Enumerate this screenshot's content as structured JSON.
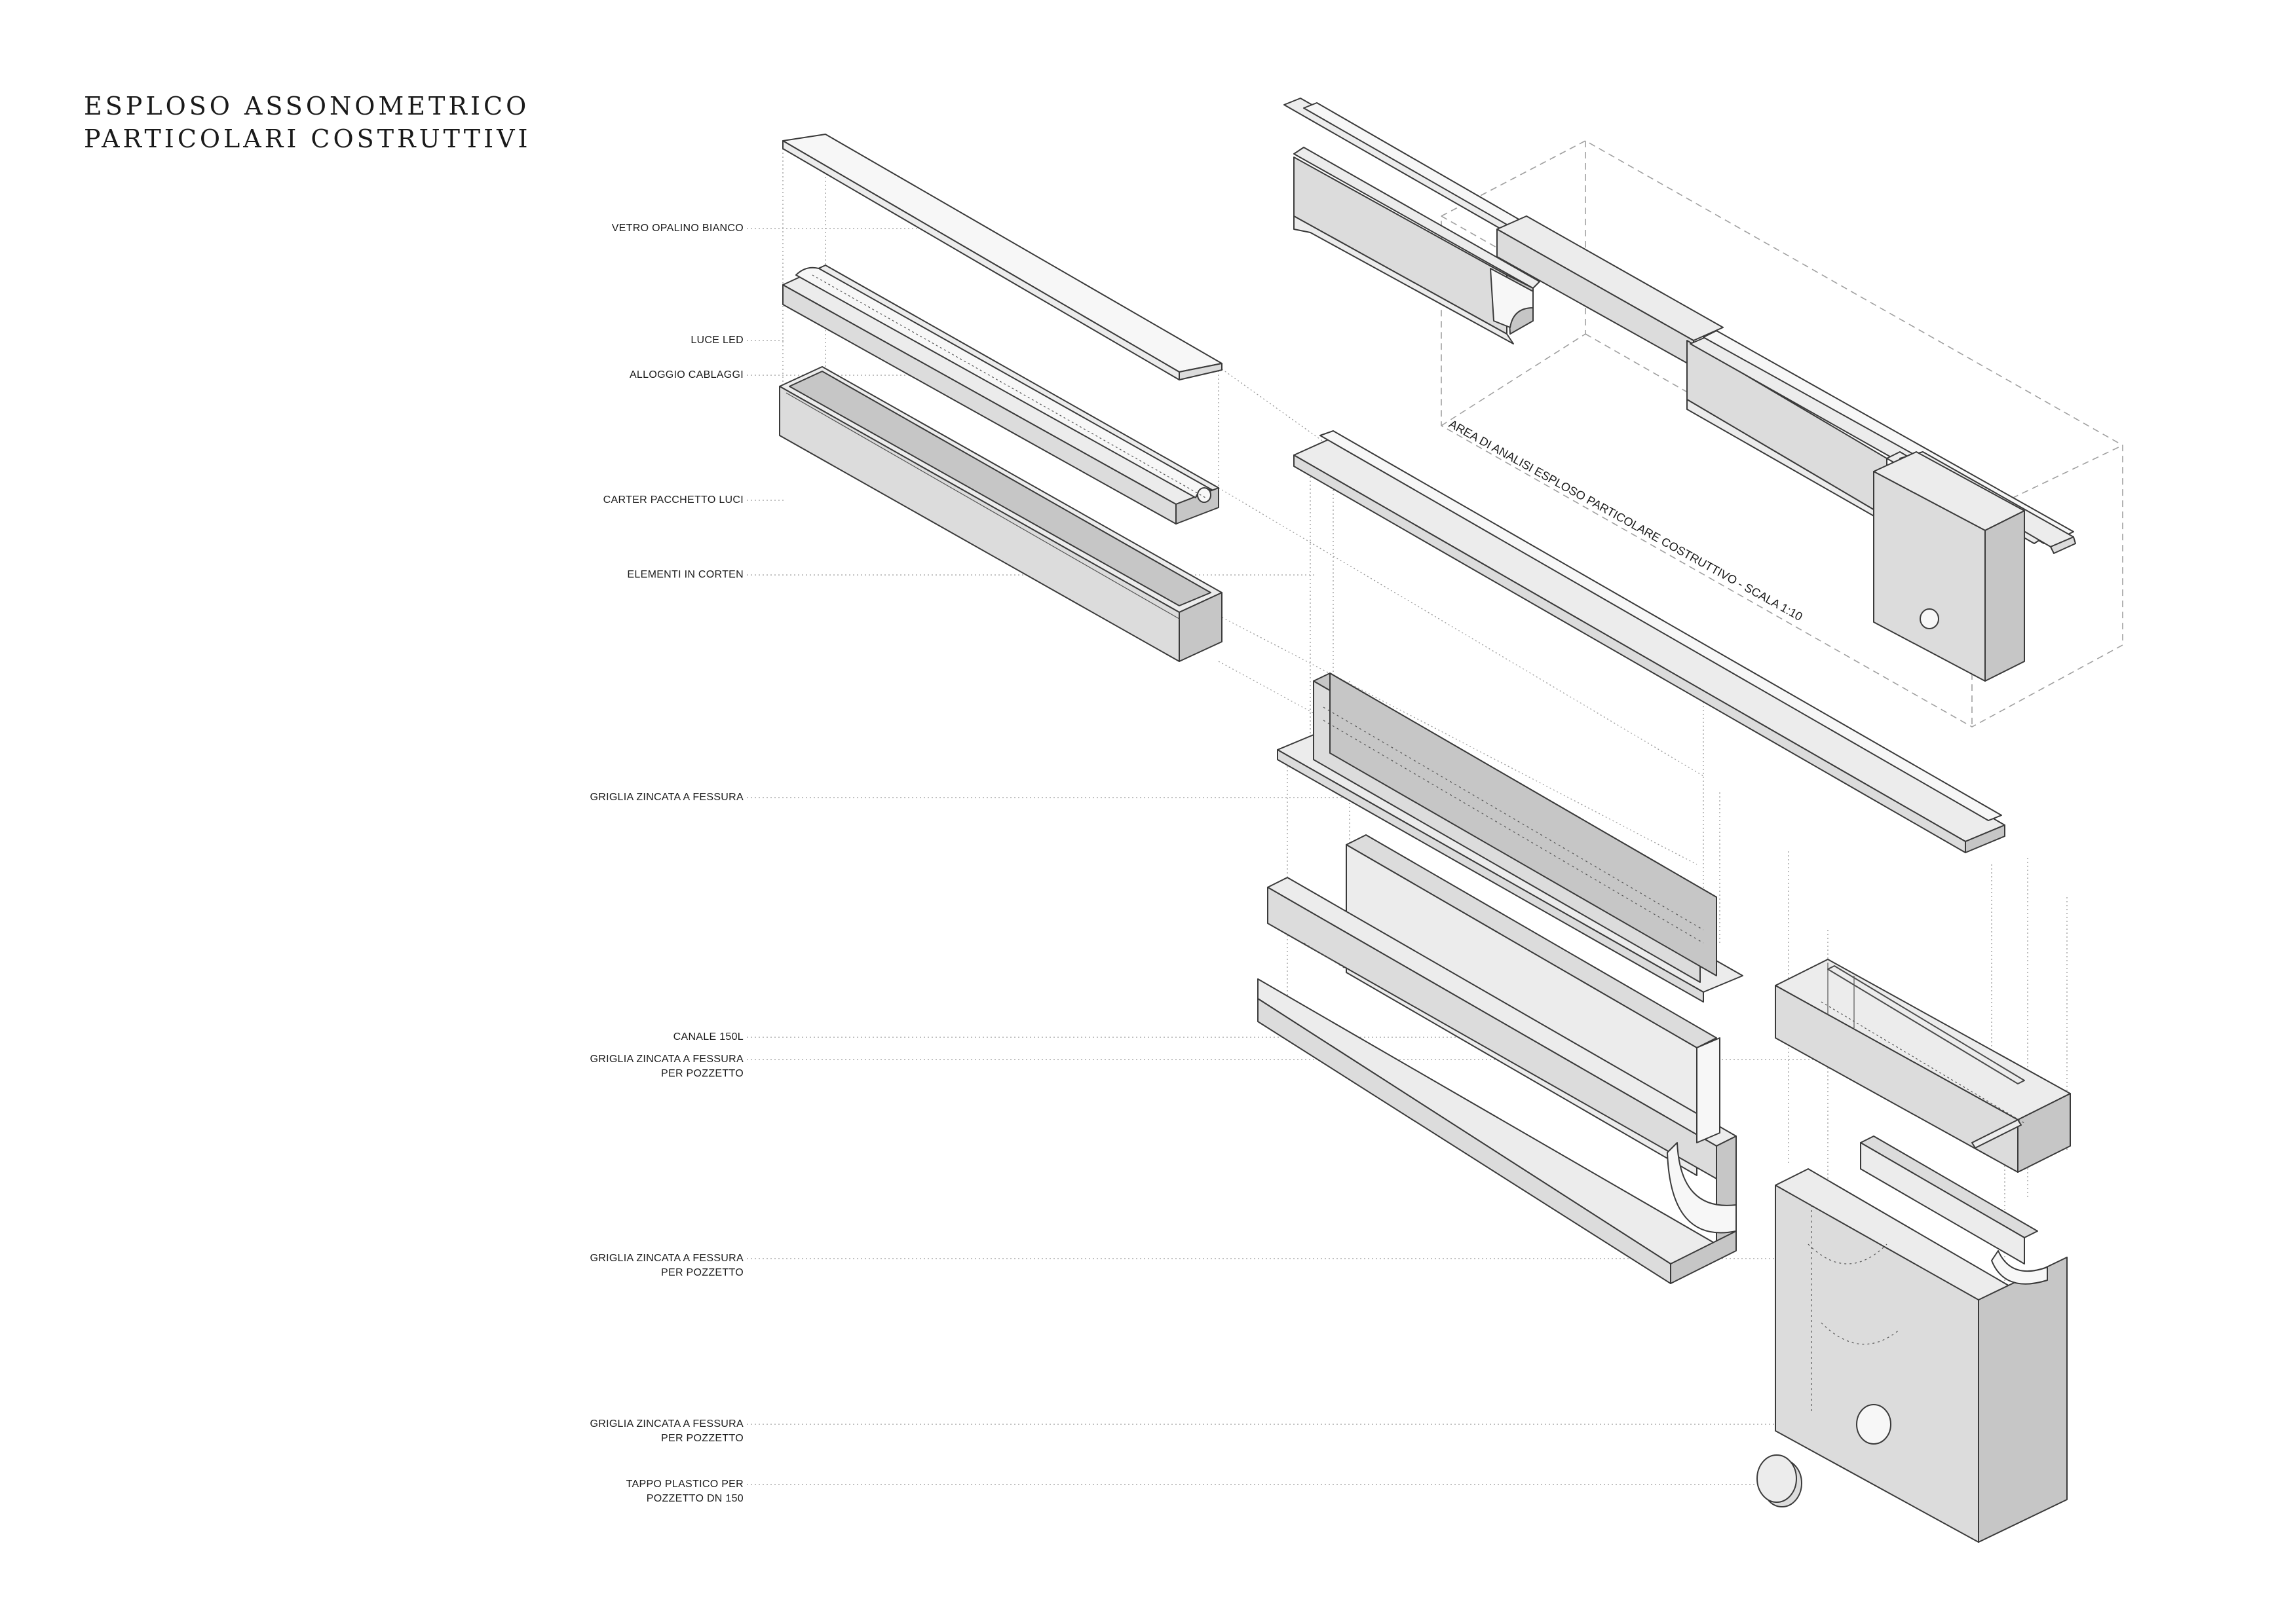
{
  "title": {
    "line1": "ESPLOSO ASSONOMETRICO",
    "line2": "PARTICOLARI COSTRUTTIVI"
  },
  "area_label": "AREA DI ANALISI ESPLOSO PARTICOLARE COSTRUTTIVO - SCALA 1:10",
  "labels": {
    "vetro": "VETRO OPALINO BIANCO",
    "luce": "LUCE LED",
    "alloggio": "ALLOGGIO CABLAGGI",
    "carter": "CARTER PACCHETTO LUCI",
    "corten": "ELEMENTI IN CORTEN",
    "griglia": "GRIGLIA ZINCATA A FESSURA",
    "canale": "CANALE 150L",
    "griglia_pozzetto_1": {
      "l1": "GRIGLIA ZINCATA A FESSURA",
      "l2": "PER POZZETTO"
    },
    "griglia_pozzetto_2": {
      "l1": "GRIGLIA ZINCATA A FESSURA",
      "l2": "PER POZZETTO"
    },
    "griglia_pozzetto_3": {
      "l1": "GRIGLIA ZINCATA A FESSURA",
      "l2": "PER POZZETTO"
    },
    "tappo": {
      "l1": "TAPPO PLASTICO PER",
      "l2": "POZZETTO DN 150"
    }
  },
  "colors": {
    "ink": "#1a1a1a",
    "stroke": "#3a3a3a",
    "fill_light": "#ececec",
    "fill_mid": "#dcdcdc",
    "fill_dark": "#c6c6c6",
    "dotted": "#9a9a9a"
  }
}
